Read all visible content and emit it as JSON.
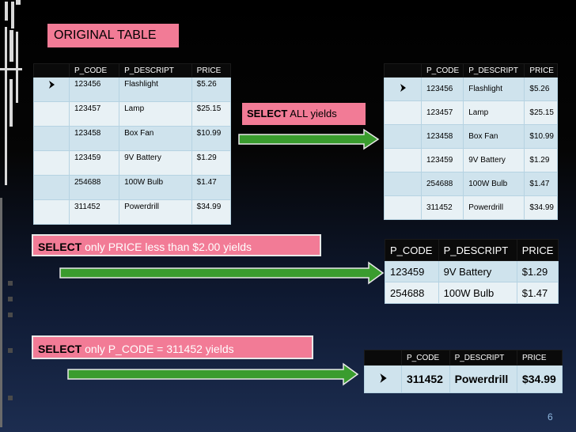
{
  "title": "ORIGINAL TABLE",
  "columns": [
    "P_CODE",
    "P_DESCRIPT",
    "PRICE"
  ],
  "rows": [
    [
      "123456",
      "Flashlight",
      "$5.26"
    ],
    [
      "123457",
      "Lamp",
      "$25.15"
    ],
    [
      "123458",
      "Box Fan",
      "$10.99"
    ],
    [
      "123459",
      "9V Battery",
      "$1.29"
    ],
    [
      "254688",
      "100W Bulb",
      "$1.47"
    ],
    [
      "311452",
      "Powerdrill",
      "$34.99"
    ]
  ],
  "select_all": {
    "keyword": "SELECT",
    "rest": " ALL yields"
  },
  "select_price": {
    "keyword": "SELECT",
    "rest": " only PRICE less than $2.00 yields"
  },
  "select_code": {
    "keyword": "SELECT",
    "mid": " only ",
    "cond": "P_CODE = 311452",
    "rest": " yields"
  },
  "price_rows": [
    [
      "123459",
      "9V Battery",
      "$1.29"
    ],
    [
      "254688",
      "100W Bulb",
      "$1.47"
    ]
  ],
  "code_row": [
    "311452",
    "Powerdrill",
    "$34.99"
  ],
  "pointer_icon": "right-arrow-pointer-icon",
  "page_number": "6",
  "colors": {
    "accent_pink": "#f27b96",
    "arrow_green": "#3a9c2e",
    "table_blue": "#cfe3ed"
  }
}
